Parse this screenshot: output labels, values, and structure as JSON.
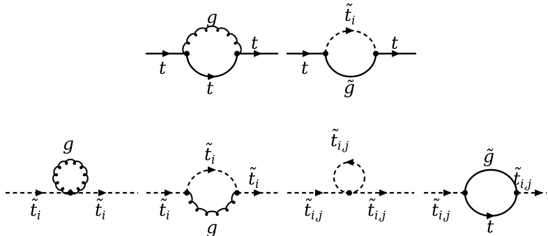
{
  "diagrams": [
    {
      "id": "top-gluon",
      "labels": {
        "in": "t",
        "out": "t",
        "loop_top": "g",
        "loop_bottom": "t"
      }
    },
    {
      "id": "top-gluino",
      "labels": {
        "in": "t",
        "out": "t",
        "loop_top": "t̃",
        "loop_top_sub": "i",
        "loop_bottom": "g̃"
      }
    },
    {
      "id": "stop-gluon-tadpole",
      "labels": {
        "in": "t̃",
        "in_sub": "i",
        "out": "t̃",
        "out_sub": "i",
        "loop_top": "g"
      }
    },
    {
      "id": "stop-gluon-bubble",
      "labels": {
        "in": "t̃",
        "in_sub": "i",
        "out": "t̃",
        "out_sub": "i",
        "loop_top": "t̃",
        "loop_top_sub": "i",
        "loop_bottom": "g"
      }
    },
    {
      "id": "stop-squark-tadpole",
      "labels": {
        "in": "t̃",
        "in_sub": "i,j",
        "out": "t̃",
        "out_sub": "i,j",
        "loop_top": "t̃",
        "loop_top_sub": "i,j"
      }
    },
    {
      "id": "stop-gluino-bubble",
      "labels": {
        "in": "t̃",
        "in_sub": "i,j",
        "out": "t̃",
        "out_sub": "i,j",
        "loop_top": "g̃",
        "loop_bottom": "t"
      }
    }
  ]
}
